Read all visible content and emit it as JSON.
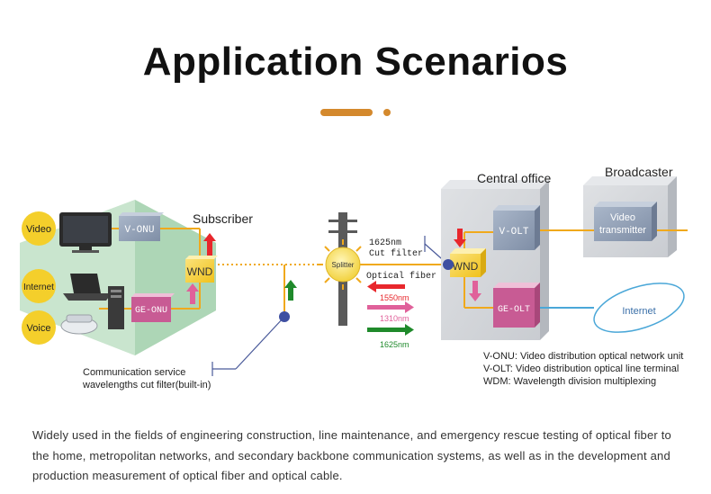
{
  "header": {
    "title": "Application Scenarios",
    "accent_color": "#d4892d"
  },
  "diagram": {
    "services": [
      "Video",
      "Internet",
      "Voice"
    ],
    "subscriber_label": "Subscriber",
    "v_onu": "V-ONU",
    "ge_onu": "GE-ONU",
    "wnd": "WND",
    "splitter": "Splitter",
    "cut_filter": [
      "1625nm",
      "Cut filter"
    ],
    "optical_fiber": "Optical fiber",
    "wavelengths": [
      {
        "label": "1550nm",
        "color": "#e8272c"
      },
      {
        "label": "1310nm",
        "color": "#e0619a"
      },
      {
        "label": "1625nm",
        "color": "#1f8a2b"
      }
    ],
    "central_office": "Central office",
    "broadcaster": "Broadcaster",
    "v_olt": "V-OLT",
    "ge_olt": "GE-OLT",
    "video_transmitter": [
      "Video",
      "transmitter"
    ],
    "internet": "Internet",
    "filter_note": [
      "Communication service",
      "wavelengths cut filter(built-in)"
    ],
    "legend": [
      "V-ONU: Video distribution optical network unit",
      "V-OLT: Video distribution optical line terminal",
      "WDM: Wavelength division multiplexing"
    ]
  },
  "description": "Widely used in the fields of engineering construction, line maintenance, and emergency rescue testing of optical fiber to the home, metropolitan networks, and secondary backbone communication systems, as well as in the development and production measurement of optical fiber and optical cable."
}
